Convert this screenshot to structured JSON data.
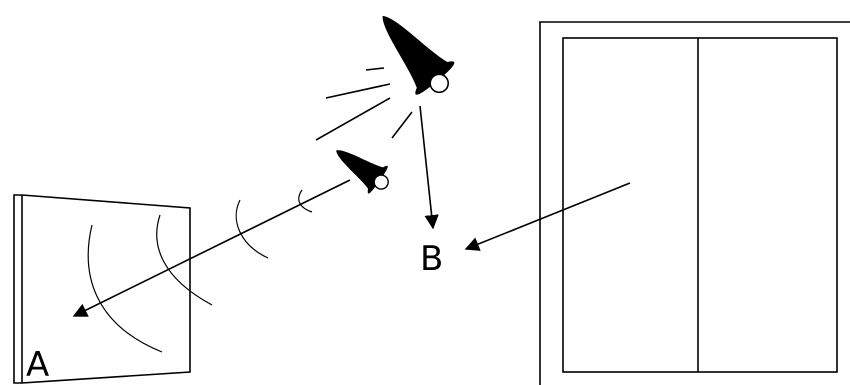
{
  "labels": {
    "a": "A",
    "b": "B"
  },
  "objects": {
    "left_panel": "panel",
    "right_cabinet": "double-door-cabinet",
    "large_lamp": "bell-lamp-icon",
    "small_lamp": "bell-lamp-icon"
  },
  "colors": {
    "ink": "#000000",
    "background": "#ffffff"
  }
}
